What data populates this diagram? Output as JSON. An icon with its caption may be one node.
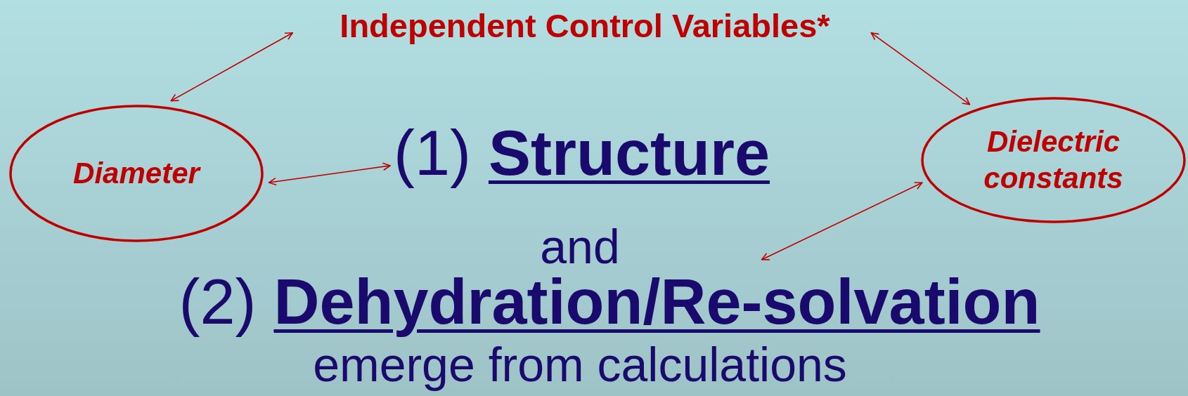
{
  "diagram": {
    "nodes": [
      {
        "text": [
          "Independent Control Variables*"
        ]
      },
      {
        "text": [
          "Diameter"
        ]
      },
      {
        "text": [
          "Dielectric constants"
        ]
      },
      {
        "text": [
          "(1) **Structure**"
        ]
      },
      {
        "text": [
          "(2) **Dehydration/Re-solvation**"
        ]
      }
    ],
    "edges": [
      {
        "from": 0,
        "to": 1,
        "arrow": "both"
      },
      {
        "from": 0,
        "to": 2,
        "arrow": "both"
      },
      {
        "from": 1,
        "to": 3,
        "arrow": "both"
      },
      {
        "from": 2,
        "to": 4,
        "arrow": "both"
      }
    ],
    "labels": [
      "and",
      "emerge from calculations"
    ]
  }
}
